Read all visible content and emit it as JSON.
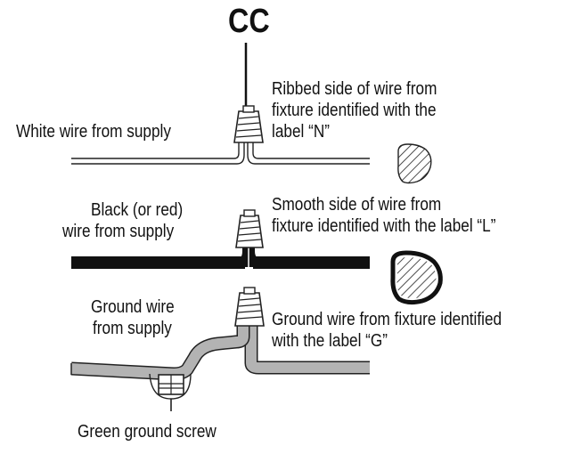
{
  "diagram": {
    "title": "CC",
    "labels": {
      "white_supply": "White wire from supply",
      "ribbed_line1": "Ribbed side of wire from",
      "ribbed_line2": "fixture identified with the",
      "ribbed_line3": "label “N”",
      "black_line1": "Black (or red)",
      "black_line2": "wire from supply",
      "smooth_line1": "Smooth side of wire from",
      "smooth_line2": "fixture identified with the label “L”",
      "ground_supply_line1": "Ground wire",
      "ground_supply_line2": "from supply",
      "ground_fixture_line1": "Ground wire from fixture identified",
      "ground_fixture_line2": "with the label “G”",
      "green_screw": "Green ground screw"
    },
    "colors": {
      "white_wire": "#ffffff",
      "black_wire": "#111111",
      "ground_wire": "#b3b3b3",
      "outline": "#222222"
    },
    "icons": [
      "wire-nut-icon",
      "wire-end-icon",
      "ground-screw-icon"
    ]
  }
}
